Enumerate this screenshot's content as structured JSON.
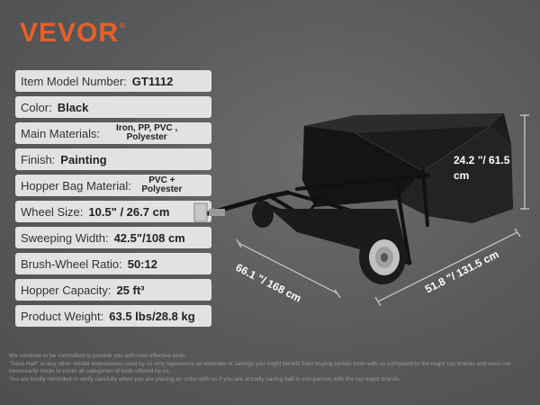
{
  "brand": {
    "name": "VEVOR",
    "reg": "®",
    "color": "#e8602a"
  },
  "specs": [
    {
      "label": "Item Model Number:",
      "value": "GT1112"
    },
    {
      "label": "Color:",
      "value": "Black"
    },
    {
      "label": "Main Materials:",
      "value": "Iron, PP, PVC , Polyester"
    },
    {
      "label": "Finish:",
      "value": "Painting"
    },
    {
      "label": "Hopper Bag Material:",
      "value": "PVC + Polyester"
    },
    {
      "label": "Wheel Size:",
      "value": "10.5\" / 26.7 cm"
    },
    {
      "label": "Sweeping Width:",
      "value": "42.5\"/108 cm"
    },
    {
      "label": "Brush-Wheel Ratio:",
      "value": "50:12"
    },
    {
      "label": "Hopper Capacity:",
      "value": "25 ft³"
    },
    {
      "label": "Product Weight:",
      "value": "63.5 lbs/28.8 kg"
    }
  ],
  "dimensions": {
    "height": "24.2 \"/ 61.5 cm",
    "depth": "66.1 \"/ 168 cm",
    "width": "51.8 \"/ 131.5 cm"
  },
  "disclaimer": [
    "We continue to be committed to provide you with cost-effective tools.",
    "\"Save Half\" or any other similar expressions used by us only represents an estimate of savings you might benefit from buying certain tools with us compared to the major top brands and does not necessarily mean to cover all categories of tools offered by us.",
    "You are kindly reminded to verify carefully when you are placing an order with us if you are actually saving half in comparison with the top major brands."
  ],
  "product_image": {
    "name": "lawn-sweeper",
    "color": "#1a1a1a"
  }
}
